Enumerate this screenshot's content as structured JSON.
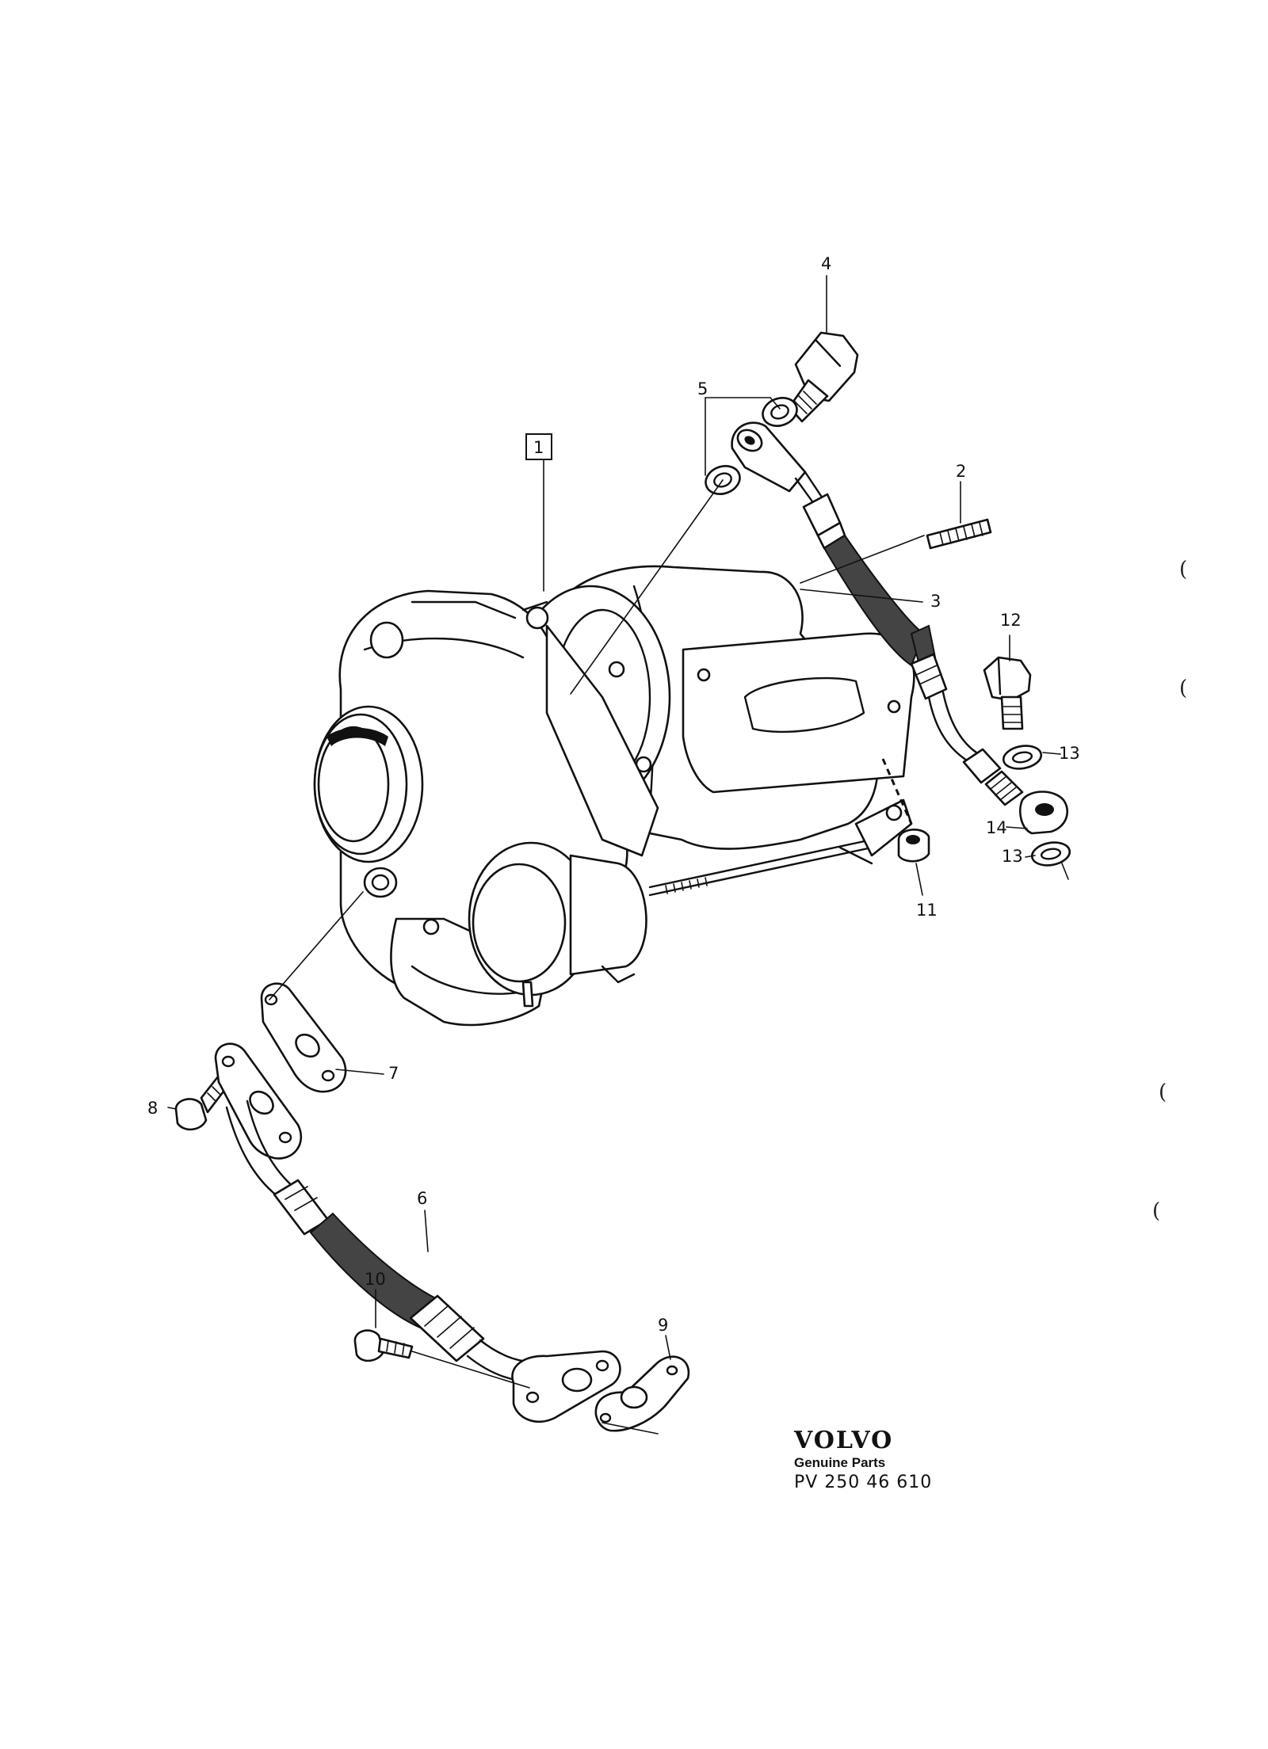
{
  "diagram": {
    "callouts": [
      {
        "id": "c4",
        "label": "4"
      },
      {
        "id": "c5",
        "label": "5"
      },
      {
        "id": "c1",
        "label": "1"
      },
      {
        "id": "c2",
        "label": "2"
      },
      {
        "id": "c3",
        "label": "3"
      },
      {
        "id": "c12",
        "label": "12"
      },
      {
        "id": "c13a",
        "label": "13"
      },
      {
        "id": "c14",
        "label": "14"
      },
      {
        "id": "c13b",
        "label": "13"
      },
      {
        "id": "c11",
        "label": "11"
      },
      {
        "id": "c7",
        "label": "7"
      },
      {
        "id": "c8",
        "label": "8"
      },
      {
        "id": "c6",
        "label": "6"
      },
      {
        "id": "c10",
        "label": "10"
      },
      {
        "id": "c9",
        "label": "9"
      }
    ]
  },
  "footer": {
    "brand": "VOLVO",
    "subtitle": "Genuine Parts",
    "part_code": "PV 250 46 610"
  },
  "margin_marks": [
    "(",
    "(",
    "(",
    "("
  ]
}
